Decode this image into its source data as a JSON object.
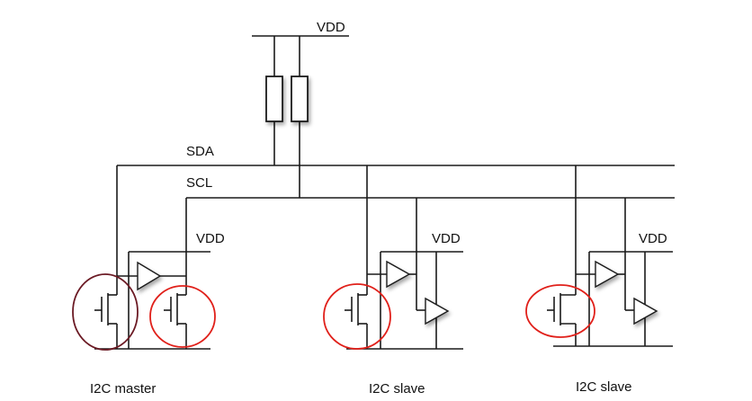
{
  "labels": {
    "vdd_top": "VDD",
    "sda": "SDA",
    "scl": "SCL",
    "vdd_master": "VDD",
    "vdd_slave1": "VDD",
    "vdd_slave2": "VDD"
  },
  "captions": {
    "master": "I2C master",
    "slave1": "I2C slave",
    "slave2": "I2C slave"
  },
  "colors": {
    "highlight_red": "#e0201a",
    "highlight_dark": "#6b1a24"
  }
}
